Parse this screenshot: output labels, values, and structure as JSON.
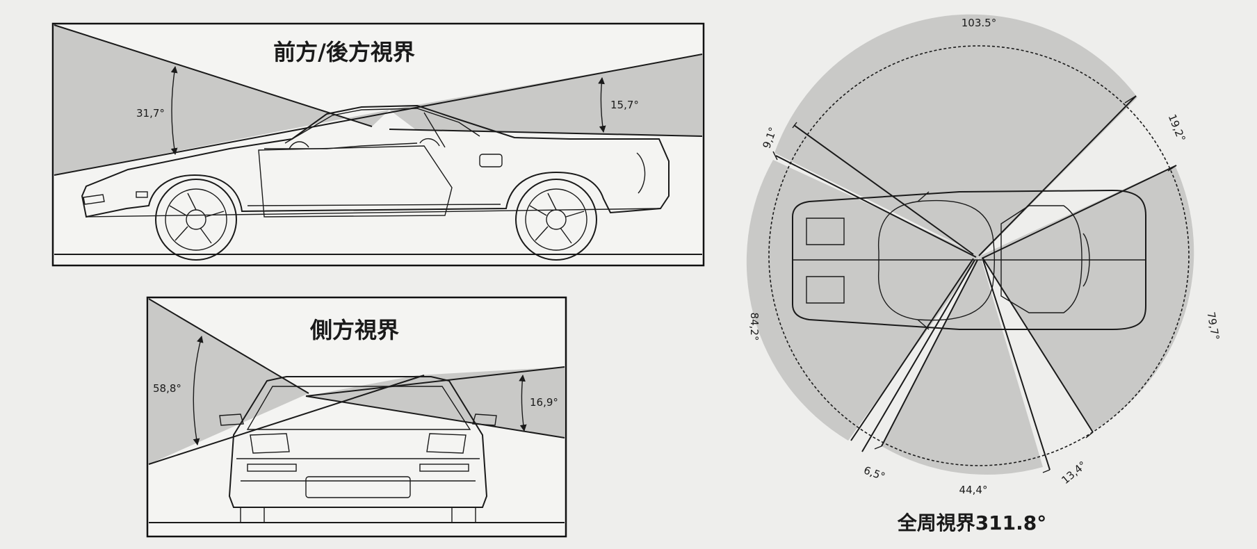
{
  "figure": {
    "side_view": {
      "title": "前方/後方視界",
      "front_angle": "31,7°",
      "rear_angle": "15,7°"
    },
    "front_view": {
      "title": "側方視界",
      "up_angle": "58,8°",
      "down_angle": "16,9°"
    },
    "top_view": {
      "caption": "全周視界311.8°",
      "angle_top": "103.5°",
      "angle_upper_left": "9,1°",
      "angle_upper_right": "19,2°",
      "angle_left": "84,2°",
      "angle_right": "79,7°",
      "angle_lower_left": "6,5°",
      "angle_bottom": "44,4°",
      "angle_lower_right": "13,4°"
    }
  },
  "colors": {
    "shade": "#c9c9c7",
    "line": "#1a1a1a",
    "background": "#eeeeec"
  }
}
